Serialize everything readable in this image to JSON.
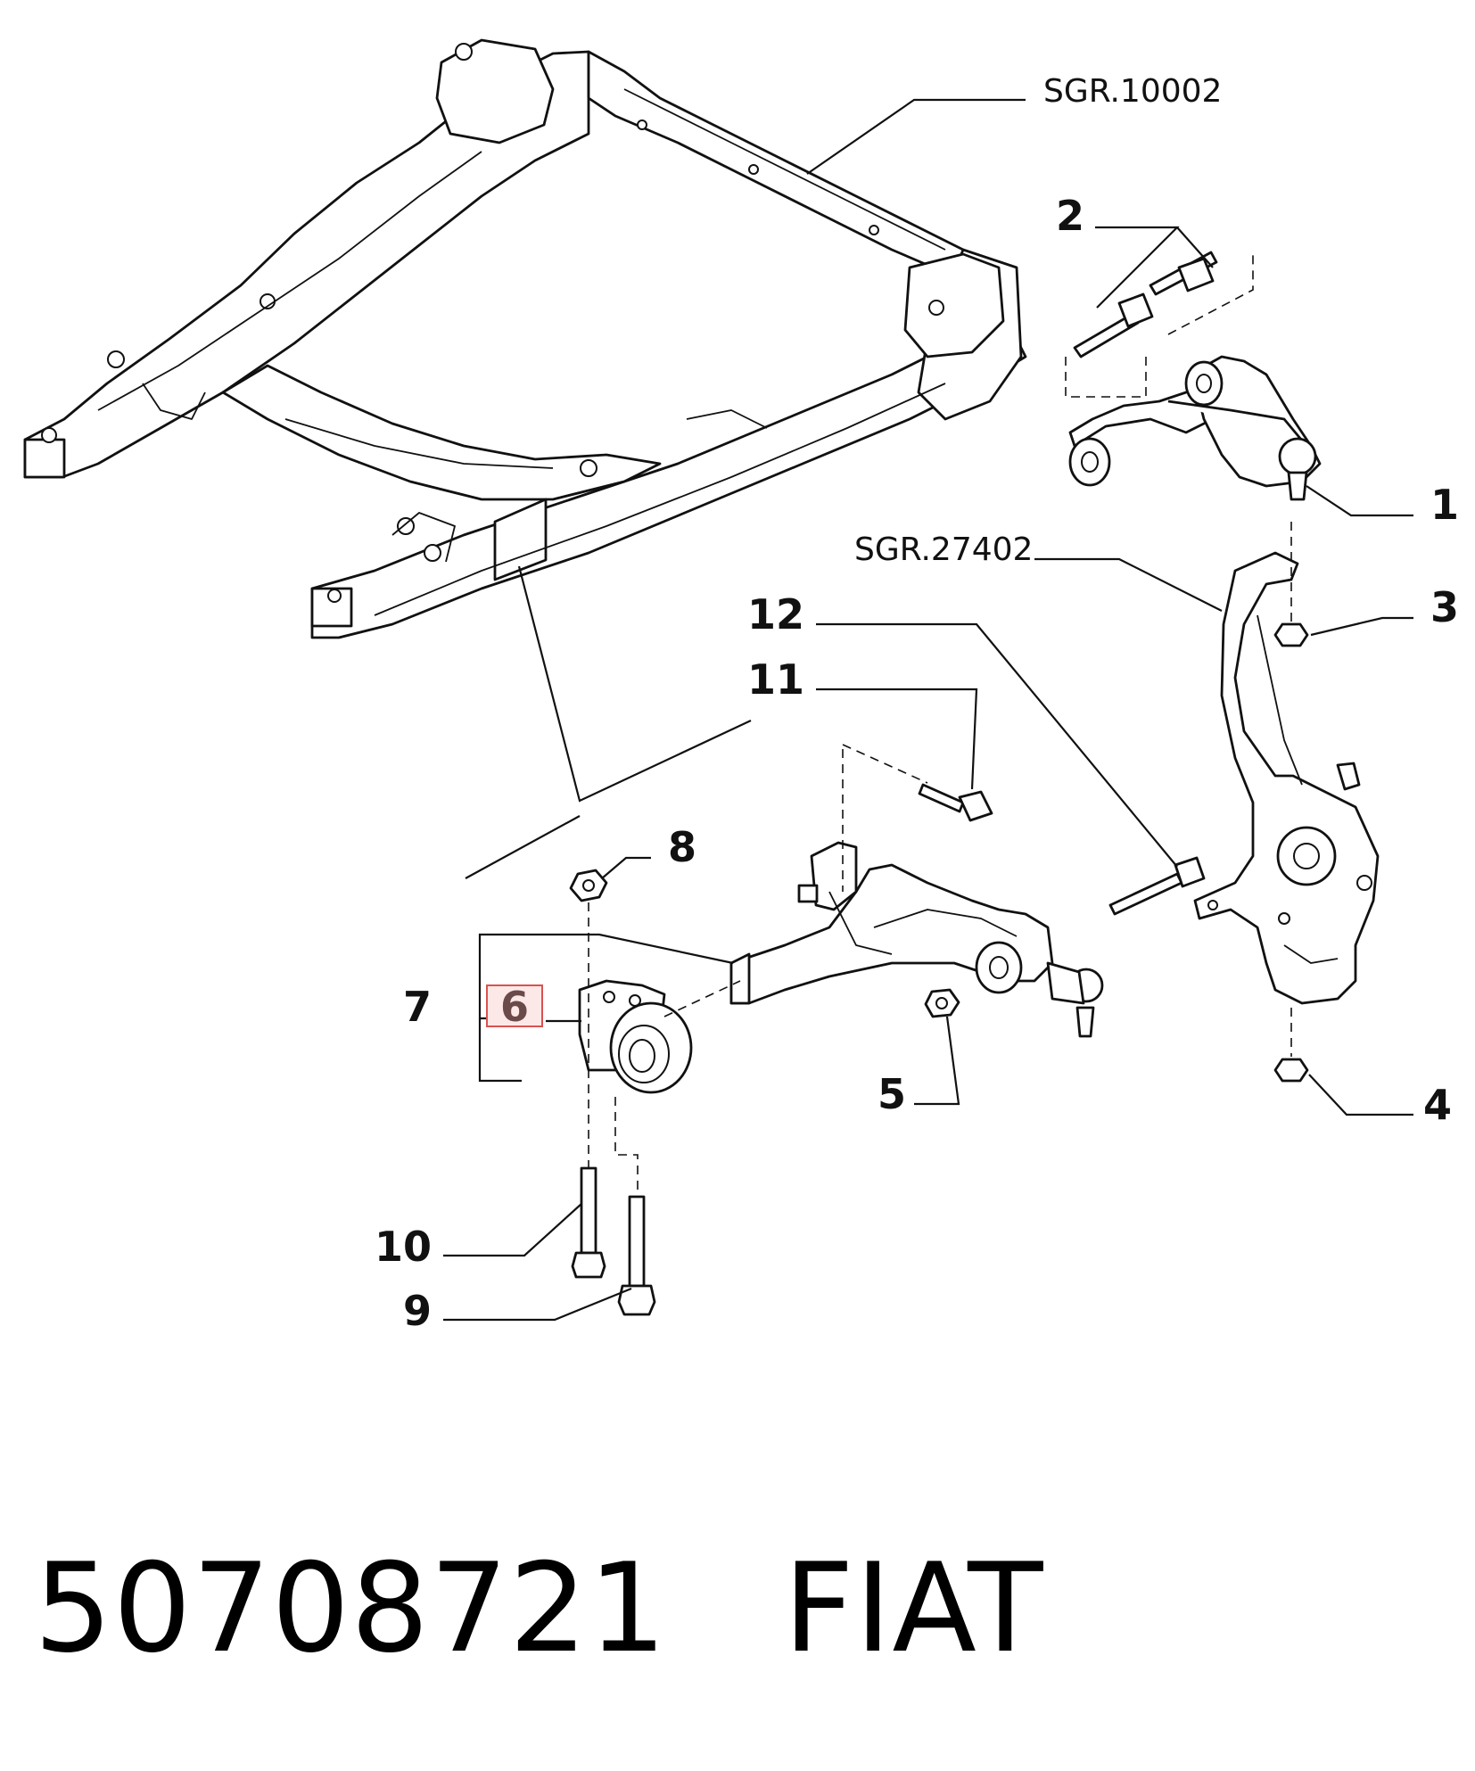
{
  "diagram": {
    "refs": {
      "subframe": "SGR.10002",
      "knuckle": "SGR.27402"
    },
    "callouts": [
      "1",
      "2",
      "3",
      "4",
      "5",
      "6",
      "7",
      "8",
      "9",
      "10",
      "11",
      "12"
    ],
    "highlighted_callout": "6",
    "highlight_color": "#d9534f"
  },
  "footer": {
    "part_number": "50708721",
    "brand": "FIAT"
  }
}
